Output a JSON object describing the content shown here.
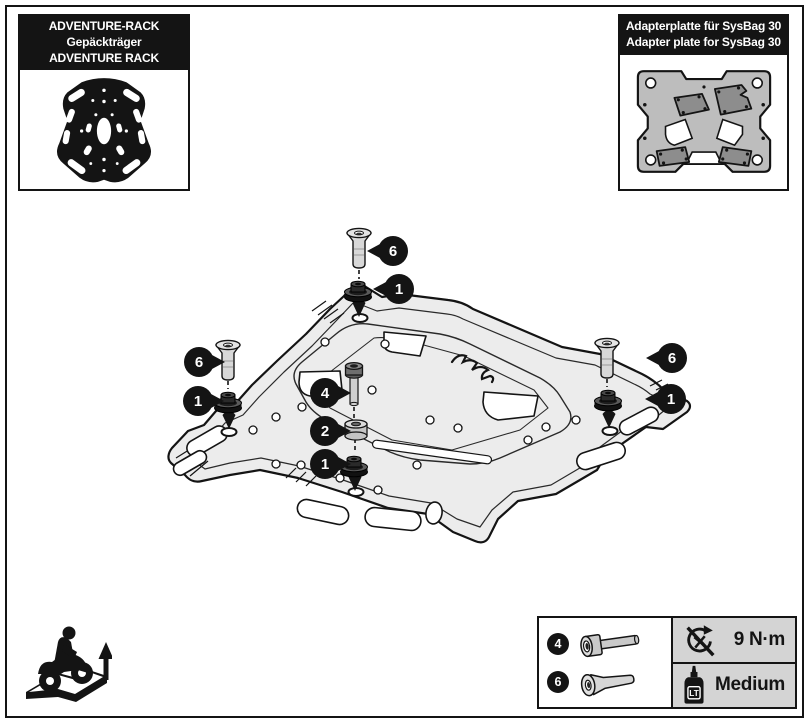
{
  "boxes": {
    "rack": {
      "title_de": "ADVENTURE-RACK Gepäckträger",
      "title_en": "ADVENTURE RACK"
    },
    "adapter": {
      "title_de": "Adapterplatte für SysBag 30",
      "title_en": "Adapter plate for SysBag 30"
    }
  },
  "callouts": [
    {
      "label": "6",
      "location": "top-screw"
    },
    {
      "label": "1",
      "location": "top-grommet"
    },
    {
      "label": "6",
      "location": "left-screw"
    },
    {
      "label": "1",
      "location": "left-grommet"
    },
    {
      "label": "4",
      "location": "center-screw"
    },
    {
      "label": "2",
      "location": "center-spacer"
    },
    {
      "label": "1",
      "location": "center-grommet"
    },
    {
      "label": "6",
      "location": "right-screw"
    },
    {
      "label": "1",
      "location": "right-grommet"
    }
  ],
  "legend": {
    "parts": [
      {
        "number": "4",
        "icon": "socket-head-screw-icon"
      },
      {
        "number": "6",
        "icon": "countersunk-screw-icon"
      }
    ],
    "torque": {
      "icon": "no-power-tool-icon",
      "value": "9 N·m"
    },
    "threadlocker": {
      "icon": "threadlocker-bottle-icon",
      "bottle_label": "LT",
      "value": "Medium"
    }
  },
  "icons": {
    "bottom_left": "motorcycle-rider-on-arrow-icon",
    "diagram_marks": "insert-arrow-icon"
  },
  "colors": {
    "ink": "#141414",
    "rack_fill": "#ececec",
    "panel_gray": "#d4d4d4",
    "plate_gray": "#bdbdbd",
    "pad_gray": "#8d8d8d"
  }
}
